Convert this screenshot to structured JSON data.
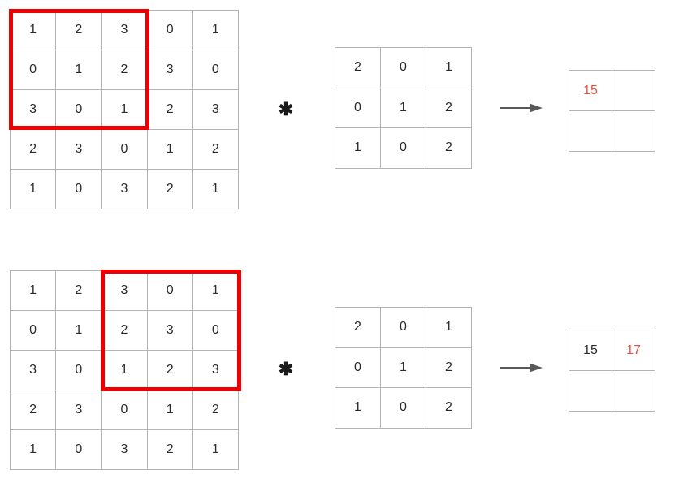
{
  "diagram": {
    "title": "2D convolution sliding-window illustration",
    "colors": {
      "highlight_border": "#ee0000",
      "grid_line": "#b4b4b4",
      "digit": "#2b2b2b",
      "accent_result": "#e8503a",
      "arrow": "#595959",
      "background": "#ffffff"
    },
    "operator_symbol": "✱",
    "arrow_symbol": "arrow-right"
  },
  "rows": [
    {
      "id": "step-1",
      "input_matrix": {
        "name": "input-feature-map",
        "rows": 5,
        "cols": 5,
        "values": [
          [
            1,
            2,
            3,
            0,
            1
          ],
          [
            0,
            1,
            2,
            3,
            0
          ],
          [
            3,
            0,
            1,
            2,
            3
          ],
          [
            2,
            3,
            0,
            1,
            2
          ],
          [
            1,
            0,
            3,
            2,
            1
          ]
        ]
      },
      "highlight": {
        "name": "receptive-field-window",
        "row_start": 0,
        "row_end": 2,
        "col_start": 0,
        "col_end": 2
      },
      "kernel_matrix": {
        "name": "convolution-kernel",
        "rows": 3,
        "cols": 3,
        "values": [
          [
            2,
            0,
            1
          ],
          [
            0,
            1,
            2
          ],
          [
            1,
            0,
            2
          ]
        ]
      },
      "output_matrix": {
        "name": "output-feature-map",
        "rows": 2,
        "cols": 2,
        "values": [
          [
            "15",
            ""
          ],
          [
            "",
            ""
          ]
        ],
        "accent_cells": [
          [
            0,
            0
          ]
        ]
      }
    },
    {
      "id": "step-2",
      "input_matrix": {
        "name": "input-feature-map",
        "rows": 5,
        "cols": 5,
        "values": [
          [
            1,
            2,
            3,
            0,
            1
          ],
          [
            0,
            1,
            2,
            3,
            0
          ],
          [
            3,
            0,
            1,
            2,
            3
          ],
          [
            2,
            3,
            0,
            1,
            2
          ],
          [
            1,
            0,
            3,
            2,
            1
          ]
        ]
      },
      "highlight": {
        "name": "receptive-field-window",
        "row_start": 0,
        "row_end": 2,
        "col_start": 2,
        "col_end": 4
      },
      "kernel_matrix": {
        "name": "convolution-kernel",
        "rows": 3,
        "cols": 3,
        "values": [
          [
            2,
            0,
            1
          ],
          [
            0,
            1,
            2
          ],
          [
            1,
            0,
            2
          ]
        ]
      },
      "output_matrix": {
        "name": "output-feature-map",
        "rows": 2,
        "cols": 2,
        "values": [
          [
            "15",
            "17"
          ],
          [
            "",
            ""
          ]
        ],
        "accent_cells": [
          [
            0,
            1
          ]
        ]
      }
    }
  ]
}
